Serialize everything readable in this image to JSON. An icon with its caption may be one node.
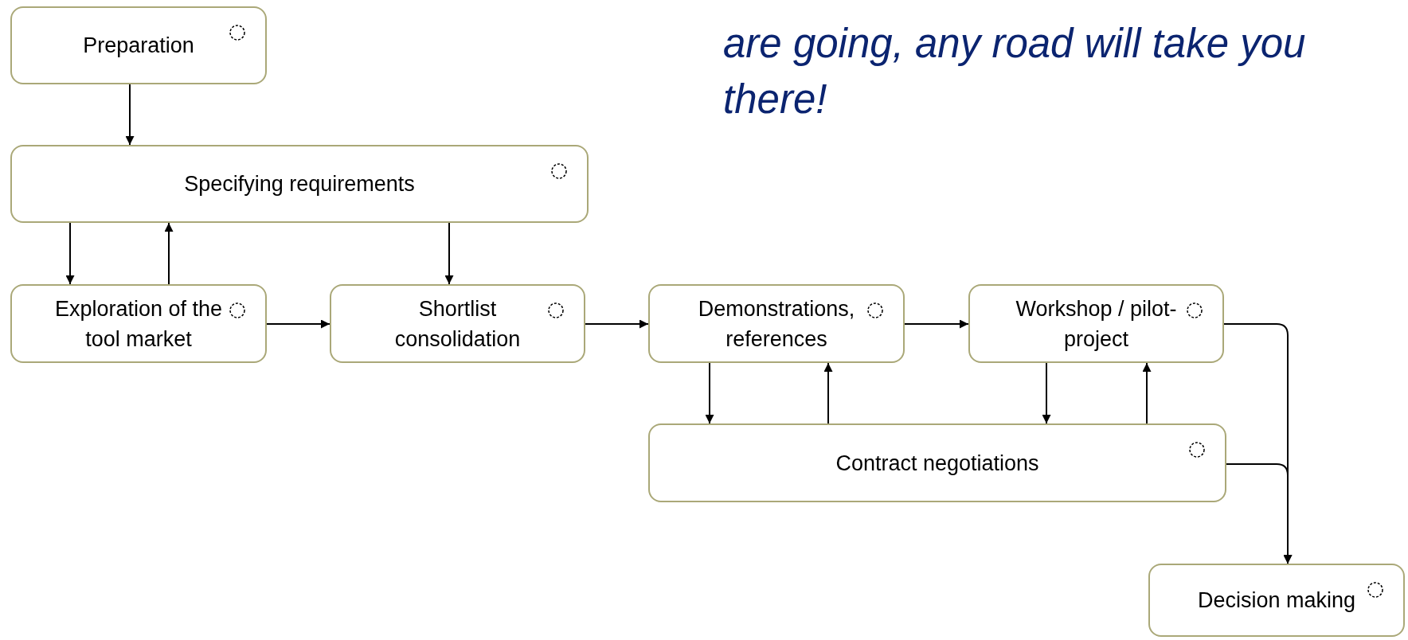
{
  "diagram": {
    "title": "are going, any road will take you there!",
    "nodes": [
      {
        "text": [
          "Preparation"
        ]
      },
      {
        "text": [
          "Specifying requirements"
        ]
      },
      {
        "text": [
          "Exploration of the tool market"
        ]
      },
      {
        "text": [
          "Shortlist consolidation"
        ]
      },
      {
        "text": [
          "Demonstrations, references"
        ]
      },
      {
        "text": [
          "Workshop / pilot-project"
        ]
      },
      {
        "text": [
          "Contract negotiations"
        ]
      },
      {
        "text": [
          "Decision making"
        ]
      }
    ],
    "edges": [
      {
        "from": 0,
        "to": 1,
        "arrow": "to"
      },
      {
        "from": 1,
        "to": 2,
        "arrow": "to"
      },
      {
        "from": 2,
        "to": 1,
        "arrow": "to"
      },
      {
        "from": 1,
        "to": 3,
        "arrow": "to"
      },
      {
        "from": 2,
        "to": 3,
        "arrow": "to"
      },
      {
        "from": 3,
        "to": 4,
        "arrow": "to"
      },
      {
        "from": 4,
        "to": 5,
        "arrow": "to"
      },
      {
        "from": 4,
        "to": 6,
        "arrow": "to"
      },
      {
        "from": 6,
        "to": 4,
        "arrow": "to"
      },
      {
        "from": 5,
        "to": 6,
        "arrow": "to"
      },
      {
        "from": 6,
        "to": 5,
        "arrow": "to"
      },
      {
        "from": 5,
        "to": 7,
        "arrow": "to"
      },
      {
        "from": 6,
        "to": 7,
        "arrow": "to"
      }
    ]
  }
}
